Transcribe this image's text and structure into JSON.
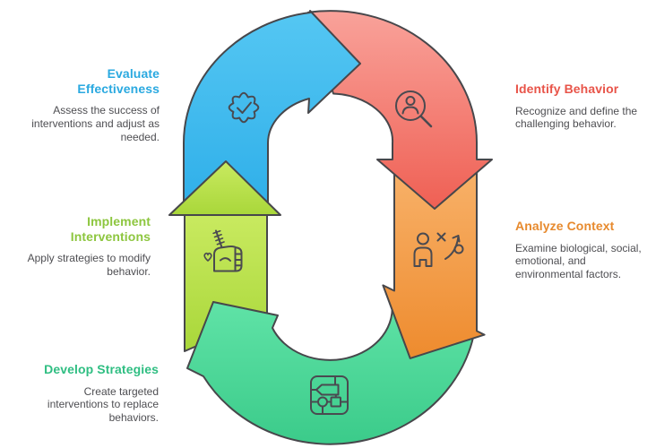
{
  "diagram": {
    "type": "cycle",
    "background": "#ffffff",
    "outline_color": "#47474b",
    "steps": [
      {
        "id": "evaluate-effectiveness",
        "title": "Evaluate Effectiveness",
        "title_lines": [
          "Evaluate",
          "Effectiveness"
        ],
        "description_lines": [
          "Assess the success of",
          "interventions and adjust as",
          "needed."
        ],
        "title_color": "#2aa9e0",
        "arrow_gradient": [
          "#55c7f3",
          "#2fafe9"
        ],
        "arrow_position": "top-left",
        "icon": "badge-check-icon"
      },
      {
        "id": "identify-behavior",
        "title": "Identify Behavior",
        "title_lines": [
          "Identify Behavior"
        ],
        "description_lines": [
          "Recognize and define the",
          "challenging behavior."
        ],
        "title_color": "#e85449",
        "arrow_gradient": [
          "#f9a29a",
          "#ef6054"
        ],
        "arrow_position": "top-right",
        "icon": "person-search-icon"
      },
      {
        "id": "analyze-context",
        "title": "Analyze Context",
        "title_lines": [
          "Analyze Context"
        ],
        "description_lines": [
          "Examine biological, social,",
          "emotional, and",
          "environmental factors."
        ],
        "title_color": "#e78a2e",
        "arrow_gradient": [
          "#f8b26a",
          "#ee8b2e"
        ],
        "arrow_position": "right",
        "icon": "person-strategy-icon"
      },
      {
        "id": "develop-strategies",
        "title": "Develop Strategies",
        "title_lines": [
          "Develop Strategies"
        ],
        "description_lines": [
          "Create targeted",
          "interventions to replace",
          "behaviors."
        ],
        "title_color": "#2fbe82",
        "arrow_gradient": [
          "#60e3a7",
          "#3bcb8a"
        ],
        "arrow_position": "bottom",
        "icon": "chip-flowchart-icon"
      },
      {
        "id": "implement-interventions",
        "title": "Implement Interventions",
        "title_lines": [
          "Implement",
          "Interventions"
        ],
        "description_lines": [
          "Apply strategies to modify",
          "behavior."
        ],
        "title_color": "#8dc63f",
        "arrow_gradient": [
          "#c9ea60",
          "#a9d73a"
        ],
        "arrow_position": "left",
        "icon": "fist-grip-icon"
      }
    ]
  }
}
